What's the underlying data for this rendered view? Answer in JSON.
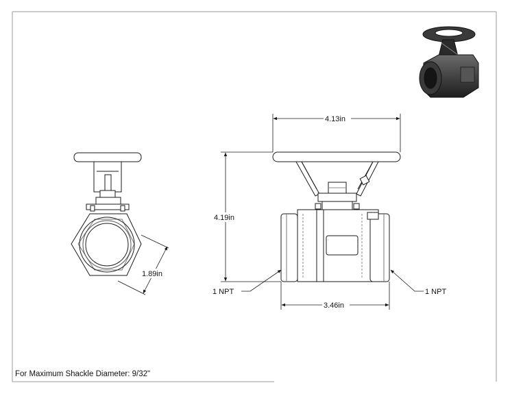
{
  "dimensions": {
    "handle_width": "4.13in",
    "overall_height": "4.19in",
    "hex_across_flats": "1.89in",
    "body_length": "3.46in"
  },
  "callouts": {
    "left_port": "1 NPT",
    "right_port": "1 NPT"
  },
  "note": "For Maximum Shackle Diameter: 9/32\"",
  "colors": {
    "line": "#1a1a1a",
    "thumbnail_dark": "#2b2b2b",
    "thumbnail_mid": "#4a4a4a"
  }
}
